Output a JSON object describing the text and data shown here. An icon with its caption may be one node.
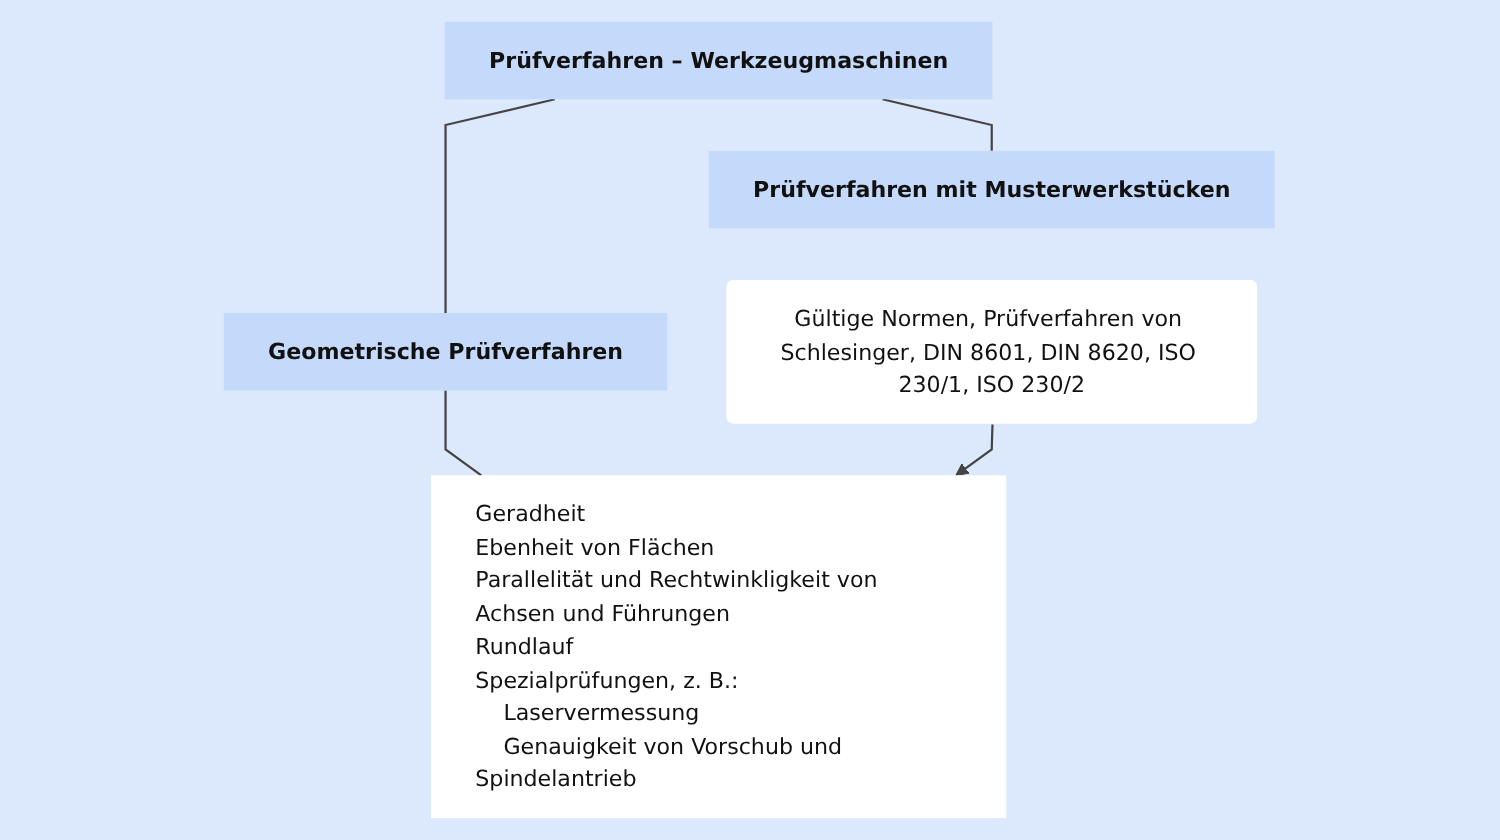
{
  "diagram": {
    "nodes": [
      {
        "text": [
          "**Prüfverfahren** – Werkzeugmaschinen"
        ]
      },
      {
        "text": [
          "Geometrische Prüfverfahren"
        ]
      },
      {
        "text": [
          "Prüfverfahren mit Musterwerkstücken"
        ]
      },
      {
        "text": [
          "Geradheit",
          "Ebenheit von Flächen",
          "Parallelität und Rechtwinkligkeit von Achsen und Führungen",
          "Rundlauf",
          "Spezialprüfungen, z. B.:",
          "Laservermessung",
          "Genauigkeit von Vorschub und Spindelantrieb"
        ]
      },
      {
        "text": [
          "Gültige Normen, Prüfverfahren von Schlesinger, DIN 8601, DIN 8620, ISO 230/1, ISO 230/2"
        ]
      }
    ],
    "edges": [
      {
        "from": 0,
        "to": 1,
        "arrow": "none"
      },
      {
        "from": 0,
        "to": 2,
        "arrow": "none"
      },
      {
        "from": 1,
        "to": 3,
        "arrow": "none"
      },
      {
        "from": 4,
        "to": 3,
        "arrow": "to"
      }
    ]
  }
}
